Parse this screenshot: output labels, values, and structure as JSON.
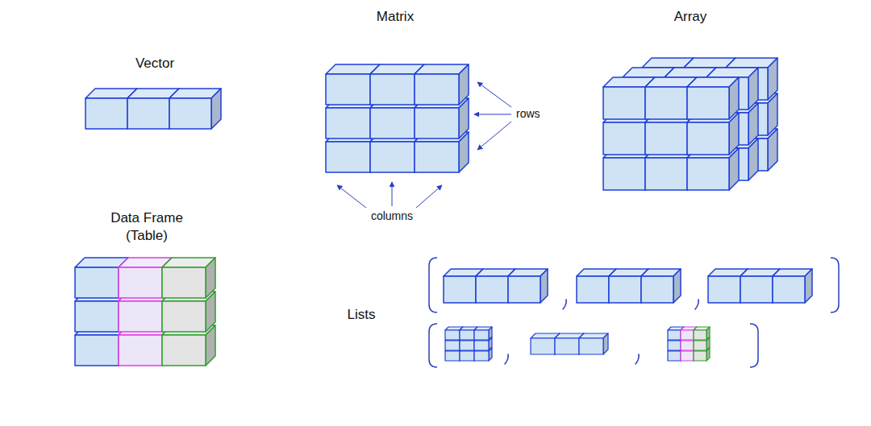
{
  "diagram": {
    "labels": [
      "Vector",
      "Matrix",
      "Array",
      "rows",
      "columns",
      "Data Frame (Table)",
      "Lists"
    ]
  }
}
